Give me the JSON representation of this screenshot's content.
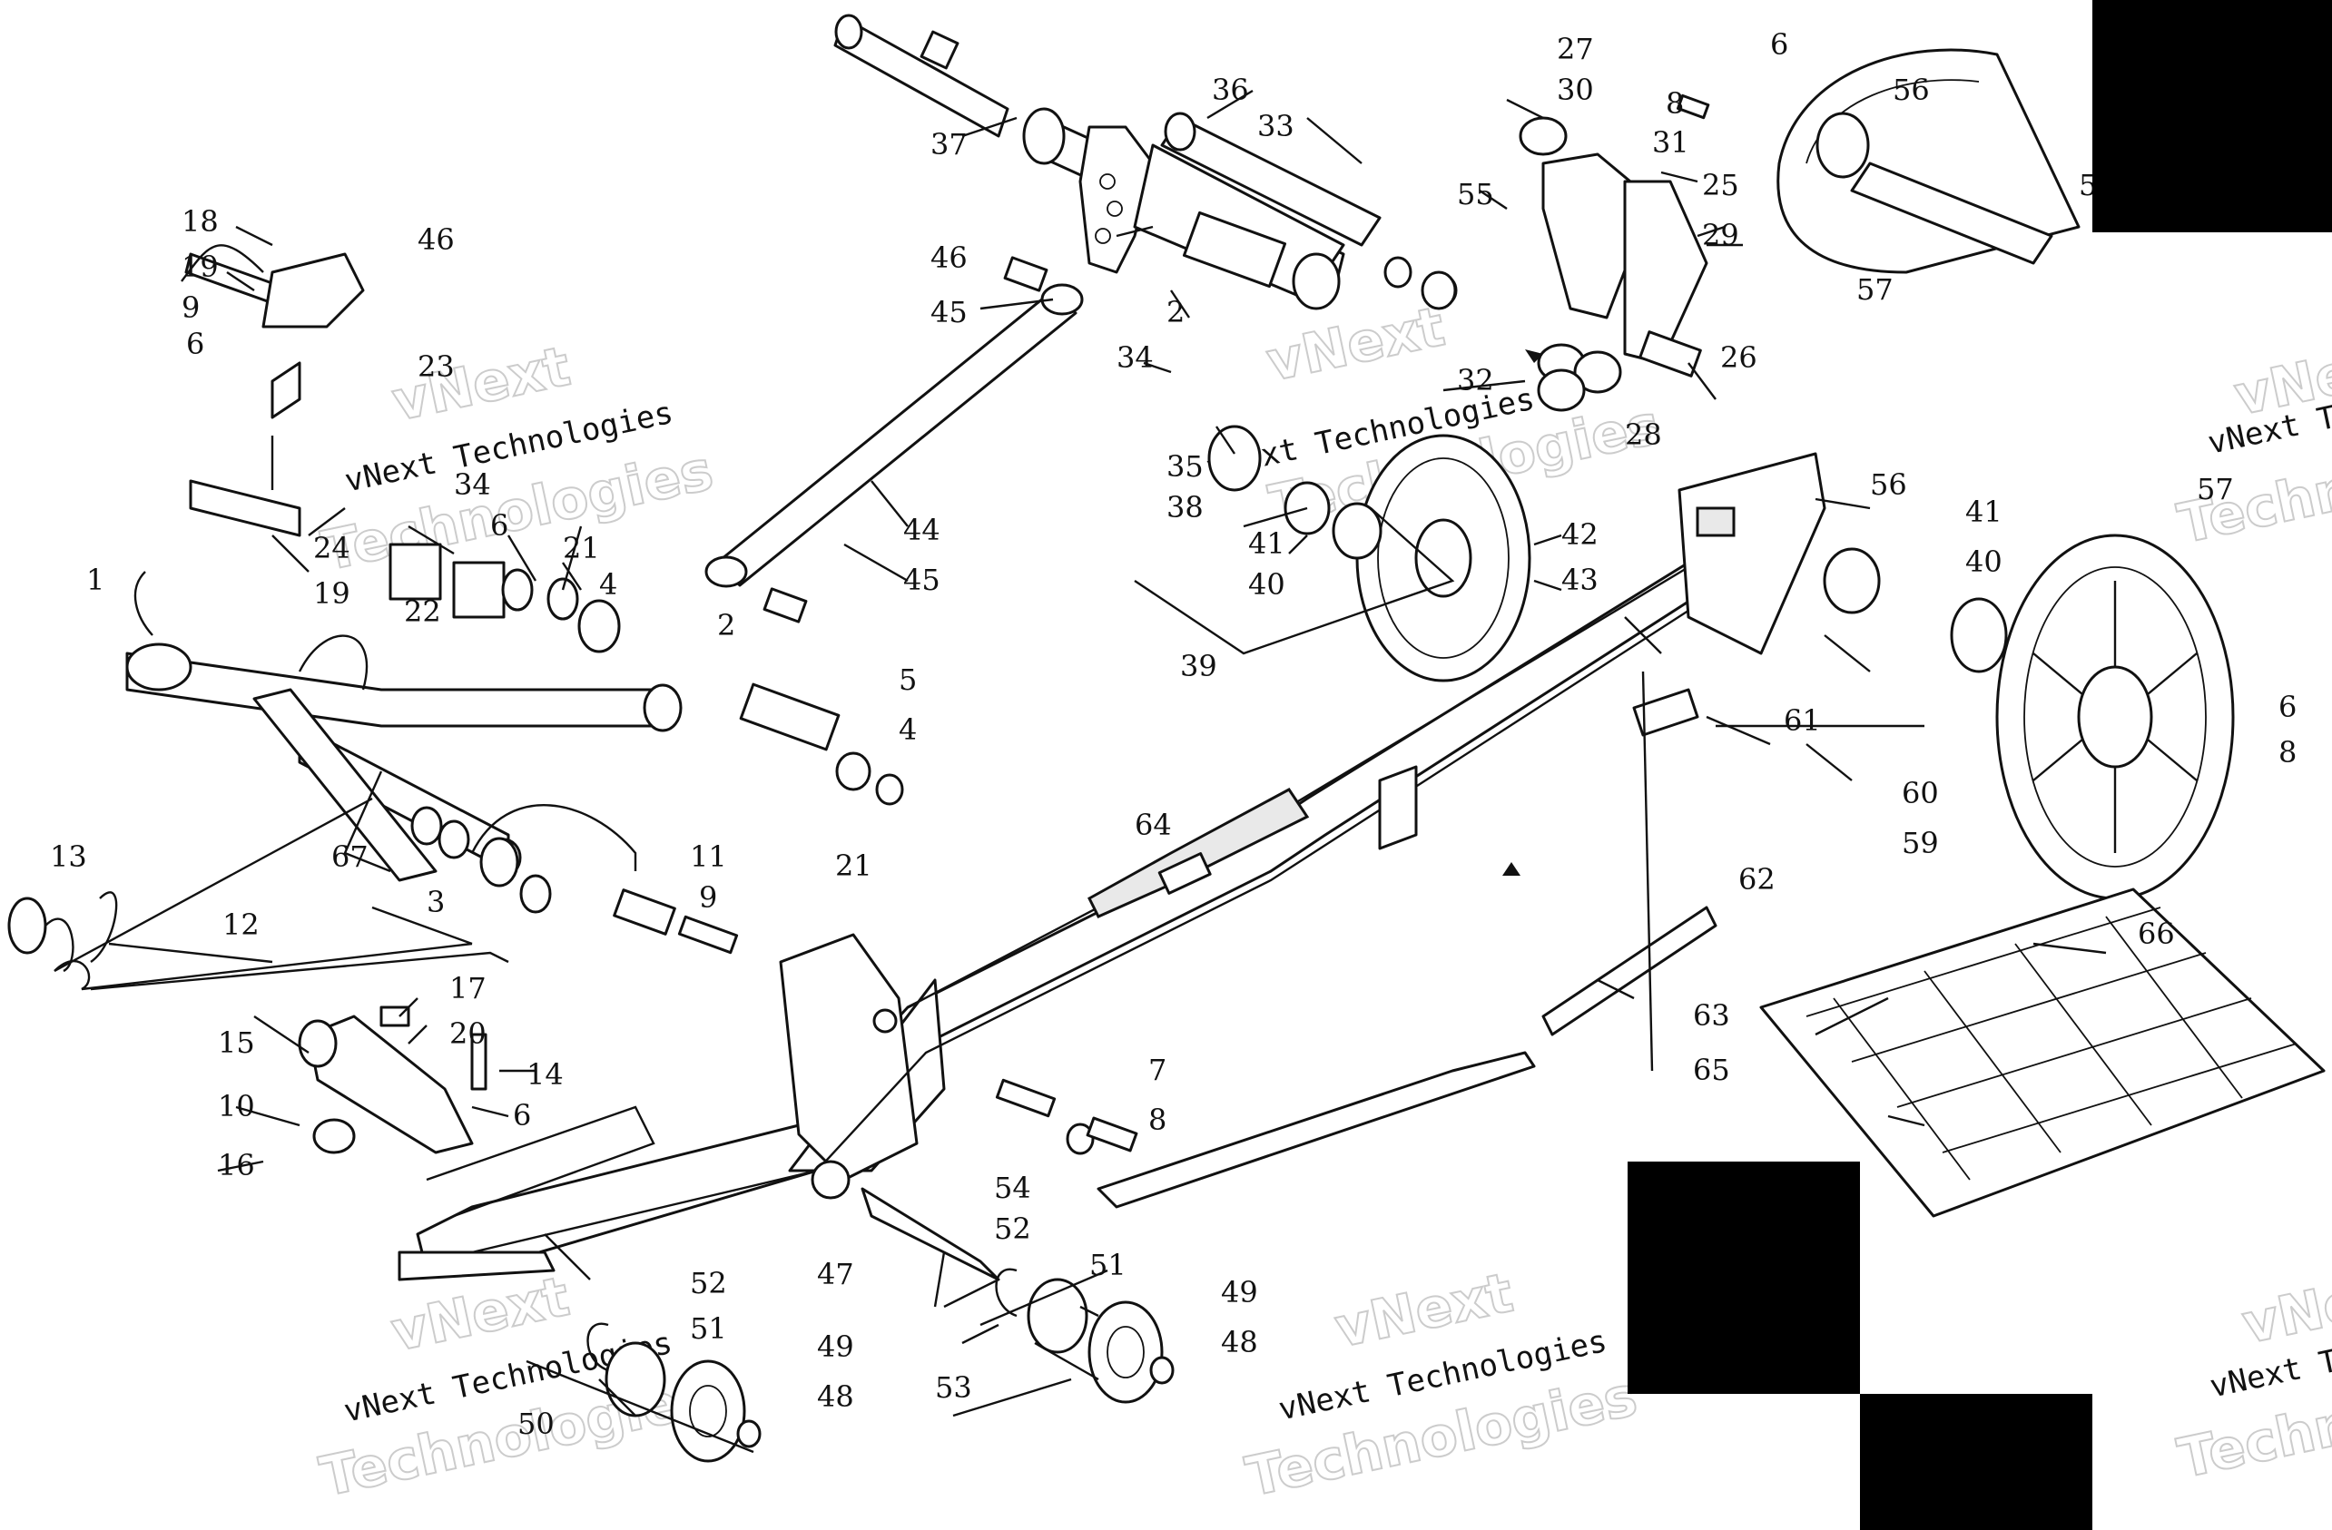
{
  "watermark": {
    "line1": "vNext",
    "line2": "vNext Technologies",
    "line3": "Technologies"
  },
  "callouts": [
    "1",
    "2",
    "3",
    "4",
    "5",
    "6",
    "7",
    "8",
    "9",
    "10",
    "11",
    "12",
    "13",
    "14",
    "15",
    "16",
    "17",
    "18",
    "19",
    "20",
    "21",
    "22",
    "23",
    "24",
    "25",
    "26",
    "27",
    "28",
    "29",
    "30",
    "31",
    "32",
    "33",
    "34",
    "35",
    "36",
    "37",
    "38",
    "39",
    "40",
    "41",
    "42",
    "43",
    "44",
    "45",
    "46",
    "47",
    "48",
    "49",
    "50",
    "51",
    "52",
    "53",
    "54",
    "55",
    "56",
    "57",
    "59",
    "60",
    "61",
    "62",
    "63",
    "64",
    "65",
    "66",
    "67",
    "5"
  ]
}
